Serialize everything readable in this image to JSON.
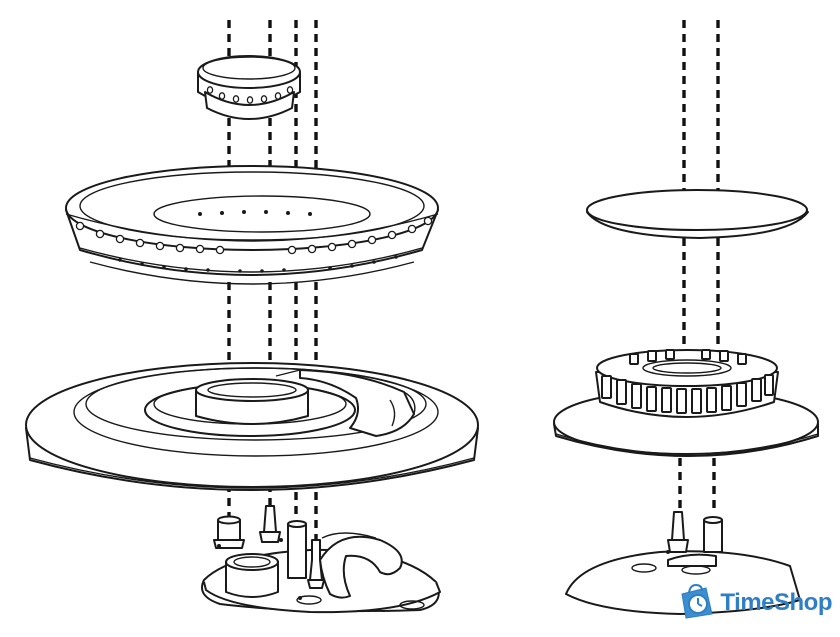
{
  "watermark": {
    "brand": "TimeShop",
    "icon": "shopping-bag-clock-icon",
    "color": "#2f7fc4"
  },
  "diagram": {
    "left_assembly": [
      "burner-cap",
      "flame-ring",
      "burner-base-tray",
      "injectors-and-electrodes"
    ],
    "right_assembly": [
      "cap-disc",
      "crown-burner-head",
      "injectors-and-electrodes"
    ]
  }
}
